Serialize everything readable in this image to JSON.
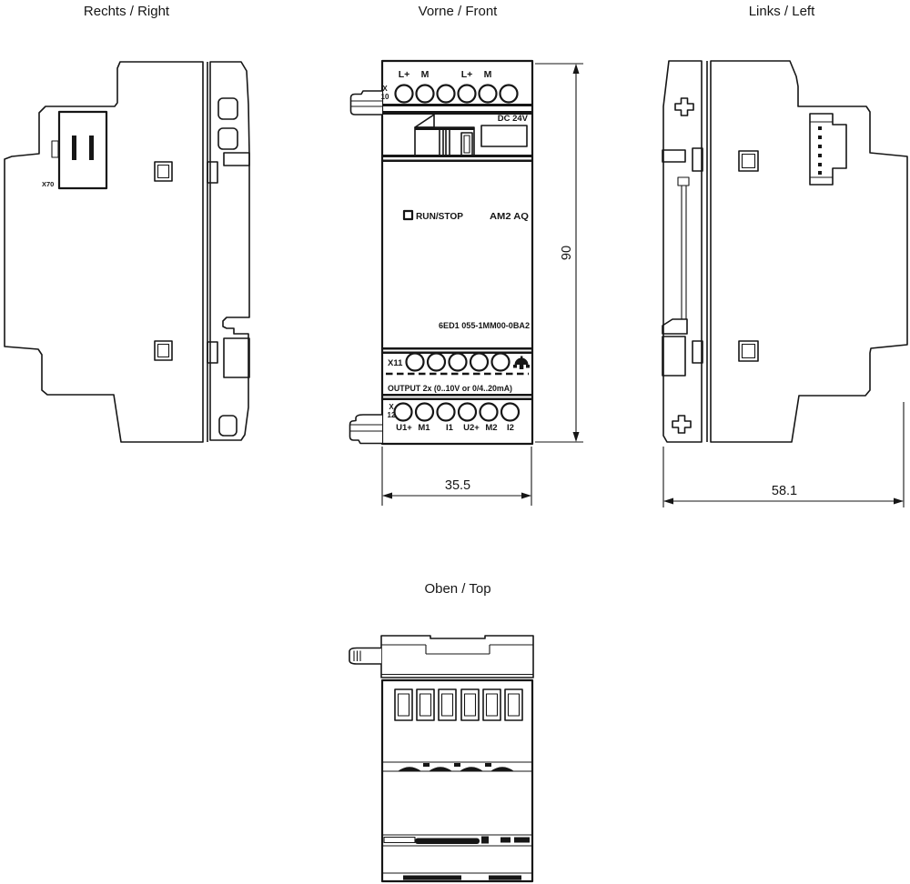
{
  "titles": {
    "right": "Rechts / Right",
    "front": "Vorne / Front",
    "left": "Links / Left",
    "top": "Oben / Top"
  },
  "front_view": {
    "x10": [
      "X",
      "10"
    ],
    "top_terminal_labels": [
      "L+",
      "M",
      "L+",
      "M"
    ],
    "power_label": "DC 24V",
    "run_stop_label": "RUN/STOP",
    "module_name": "AM2 AQ",
    "part_number": "6ED1 055-1MM00-0BA2",
    "output_connector": "X11",
    "output_label": "OUTPUT 2x (0..10V or 0/4..20mA)",
    "x12": [
      "X",
      "12"
    ],
    "bottom_terminal_labels": [
      "U1+",
      "M1",
      "I1",
      "U2+",
      "M2",
      "I2"
    ]
  },
  "right_view": {
    "connector_label": "X70"
  },
  "dimensions": {
    "height_mm": "90",
    "width_mm": "35.5",
    "depth_mm": "58.1"
  }
}
